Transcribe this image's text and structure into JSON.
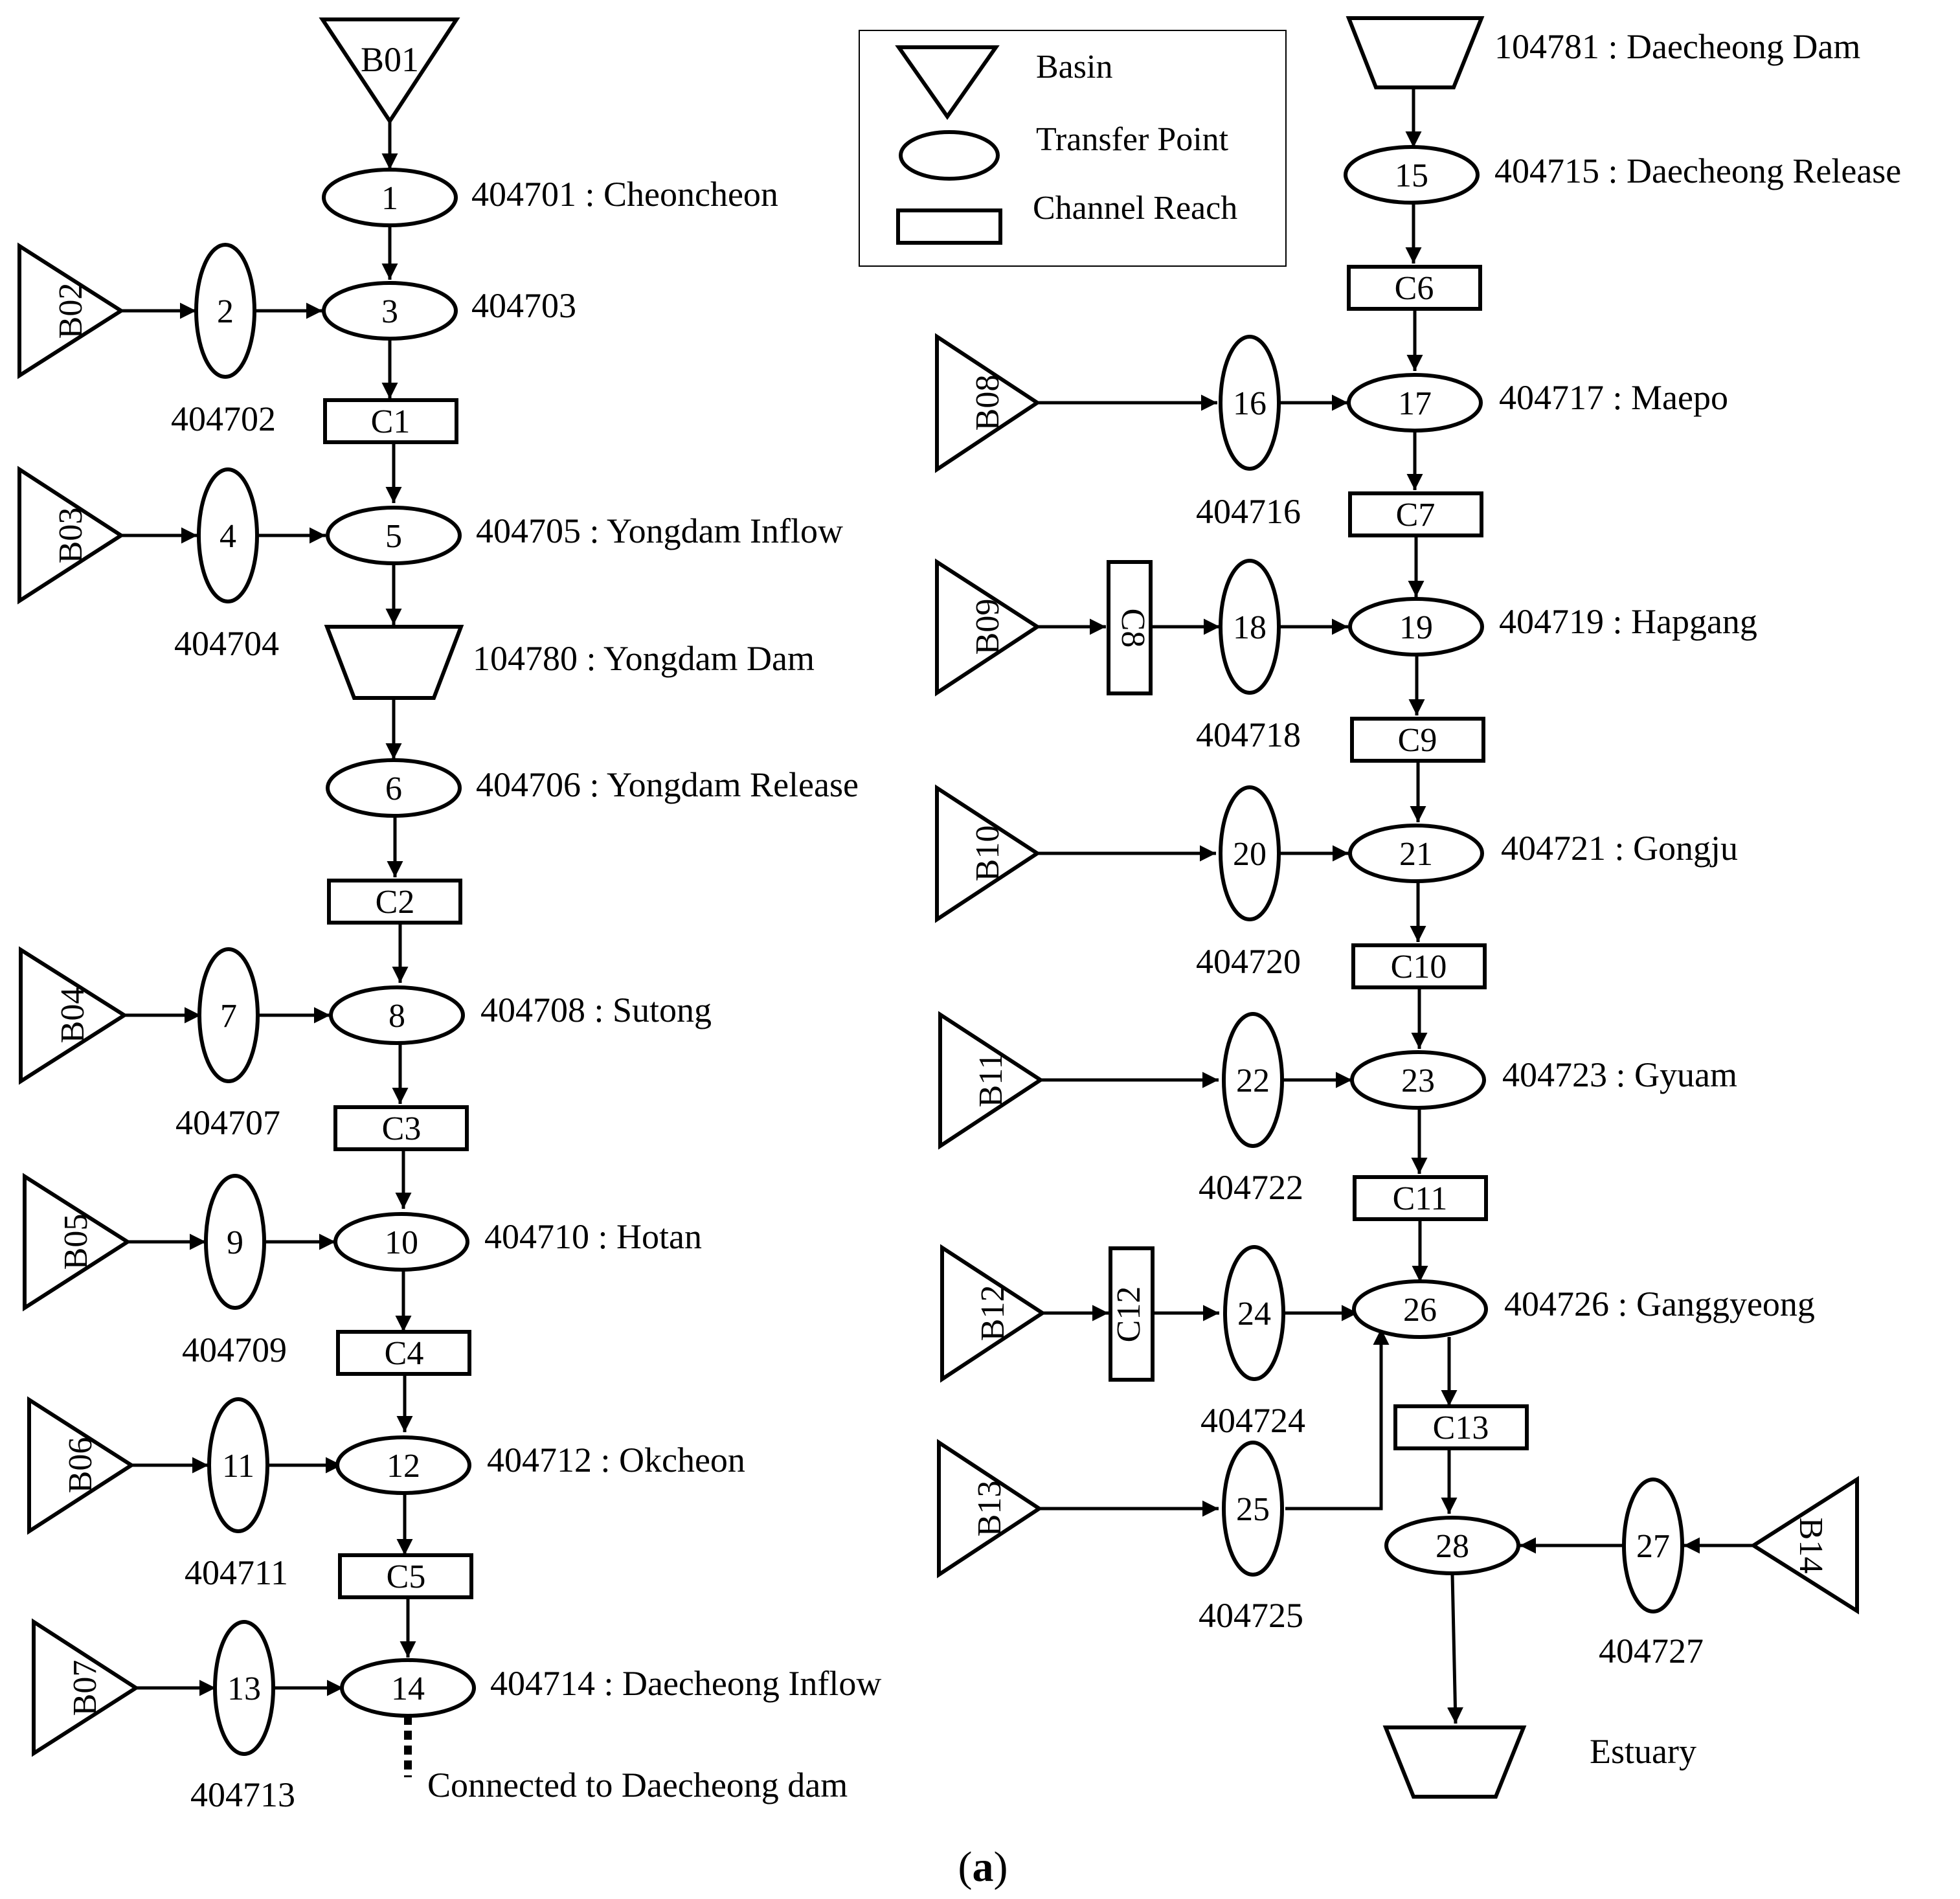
{
  "legend": {
    "basin": "Basin",
    "transfer_point": "Transfer Point",
    "channel_reach": "Channel Reach"
  },
  "basins": {
    "B01": "B01",
    "B02": "B02",
    "B03": "B03",
    "B04": "B04",
    "B05": "B05",
    "B06": "B06",
    "B07": "B07",
    "B08": "B08",
    "B09": "B09",
    "B10": "B10",
    "B11": "B11",
    "B12": "B12",
    "B13": "B13",
    "B14": "B14"
  },
  "points": {
    "p1": "1",
    "p2": "2",
    "p3": "3",
    "p4": "4",
    "p5": "5",
    "p6": "6",
    "p7": "7",
    "p8": "8",
    "p9": "9",
    "p10": "10",
    "p11": "11",
    "p12": "12",
    "p13": "13",
    "p14": "14",
    "p15": "15",
    "p16": "16",
    "p17": "17",
    "p18": "18",
    "p19": "19",
    "p20": "20",
    "p21": "21",
    "p22": "22",
    "p23": "23",
    "p24": "24",
    "p25": "25",
    "p26": "26",
    "p27": "27",
    "p28": "28"
  },
  "reaches": {
    "C1": "C1",
    "C2": "C2",
    "C3": "C3",
    "C4": "C4",
    "C5": "C5",
    "C6": "C6",
    "C7": "C7",
    "C8": "C8",
    "C9": "C9",
    "C10": "C10",
    "C11": "C11",
    "C12": "C12",
    "C13": "C13"
  },
  "labels": {
    "l1": "404701 : Cheoncheon",
    "l2": "404702",
    "l3": "404703",
    "l4": "404704",
    "l5": "404705 : Yongdam Inflow",
    "dam1": "104780 : Yongdam Dam",
    "l6": "404706 : Yongdam Release",
    "l7": "404707",
    "l8": "404708 : Sutong",
    "l9": "404709",
    "l10": "404710 : Hotan",
    "l11": "404711",
    "l12": "404712 : Okcheon",
    "l13": "404713",
    "l14": "404714 : Daecheong Inflow",
    "connected": "Connected to Daecheong dam",
    "dam2": "104781 : Daecheong Dam",
    "l15": "404715 : Daecheong Release",
    "l16": "404716",
    "l17": "404717 : Maepo",
    "l18": "404718",
    "l19": "404719 : Hapgang",
    "l20": "404720",
    "l21": "404721 : Gongju",
    "l22": "404722",
    "l23": "404723 : Gyuam",
    "l24": "404724",
    "l25": "404725",
    "l26": "404726 : Ganggyeong",
    "l27": "404727",
    "estuary": "Estuary"
  },
  "caption": {
    "open": "(",
    "letter": "a",
    "close": ")"
  }
}
